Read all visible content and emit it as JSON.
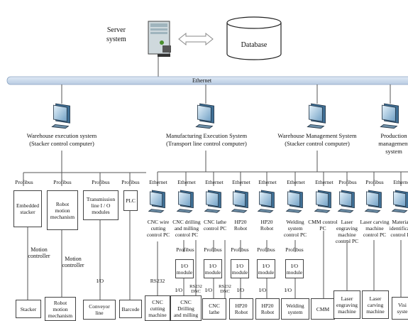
{
  "server": {
    "label_line1": "Server",
    "label_line2": "system"
  },
  "database": {
    "label": "Database"
  },
  "ethernet_bus": {
    "label": "Ethernet"
  },
  "systems": [
    {
      "line1": "Warehouse execution system",
      "line2": "(Stacker control computer)"
    },
    {
      "line1": "Manufacturing Execution System",
      "line2": "(Transport line control computer)"
    },
    {
      "line1": "Warehouse Management System",
      "line2": "(Stacker control computer)"
    },
    {
      "line1": "Production",
      "line2": "management",
      "line3": "system"
    }
  ],
  "buses": [
    "Profibus",
    "Profibus",
    "Profibus",
    "Profibus",
    "Ethernet",
    "Ethernet",
    "Ethernet",
    "Ethernet",
    "Ethernet",
    "Ethernet",
    "Ethernet",
    "Profibus",
    "Profibus",
    "Etherne"
  ],
  "top_boxes": [
    "Embedded\nstacker",
    "Robot\nmotion\nmechanism",
    "Transmission\nline I / O\nmodules",
    "PLC"
  ],
  "pc_labels": [
    "CNC wire\ncutting\ncontrol PC",
    "CNC drilling\nand milling\ncontrol PC",
    "CNC lathe\ncontrol PC",
    "HP20\nRobot",
    "HP20\nRobot",
    "Welding\nsystem\ncontrol PC",
    "CMM control\nPC",
    "Laser\nengraving\nmachine\ncontrol PC",
    "Laser carving\nmachine\ncontrol PC",
    "Materia\nidentificat\ncontrol P"
  ],
  "sub_profibus": [
    "Profibus",
    "Profibus",
    "Profibus",
    "Profibus",
    "Profibus"
  ],
  "io_modules": [
    "I/O\nmodule",
    "I/O\nmodule",
    "I/O\nmodule",
    "I/O\nmodule",
    "I/O\nmodule"
  ],
  "mid_labels": {
    "motion1": "Motion\ncontroller",
    "motion2": "Motion\ncontroller",
    "io_conveyor": "I/O",
    "rs232_a": "RS232",
    "io_drill": "I/O",
    "rs232dnc_drill": "RS232\nDNC",
    "io_lathe": "I/O",
    "rs232dnc_lathe": "RS232\nDNC",
    "io_r1": "I/O",
    "io_r2": "I/O",
    "io_weld": "I/O"
  },
  "bottom_boxes": [
    "Stacker",
    "Robot\nmotion\nmechanism",
    "Conveyor\nline",
    "Barcode",
    "CNC\ncutting\nmachine",
    "CNC\nDrilling\nand milling",
    "CNC\nlathe",
    "HP20\nRobot",
    "HP20\nRobot",
    "Welding\nsystem",
    "CMM",
    "Laser\nengraving\nmachine",
    "Laser\ncarving\nmachine",
    "Visi\nsyste"
  ]
}
